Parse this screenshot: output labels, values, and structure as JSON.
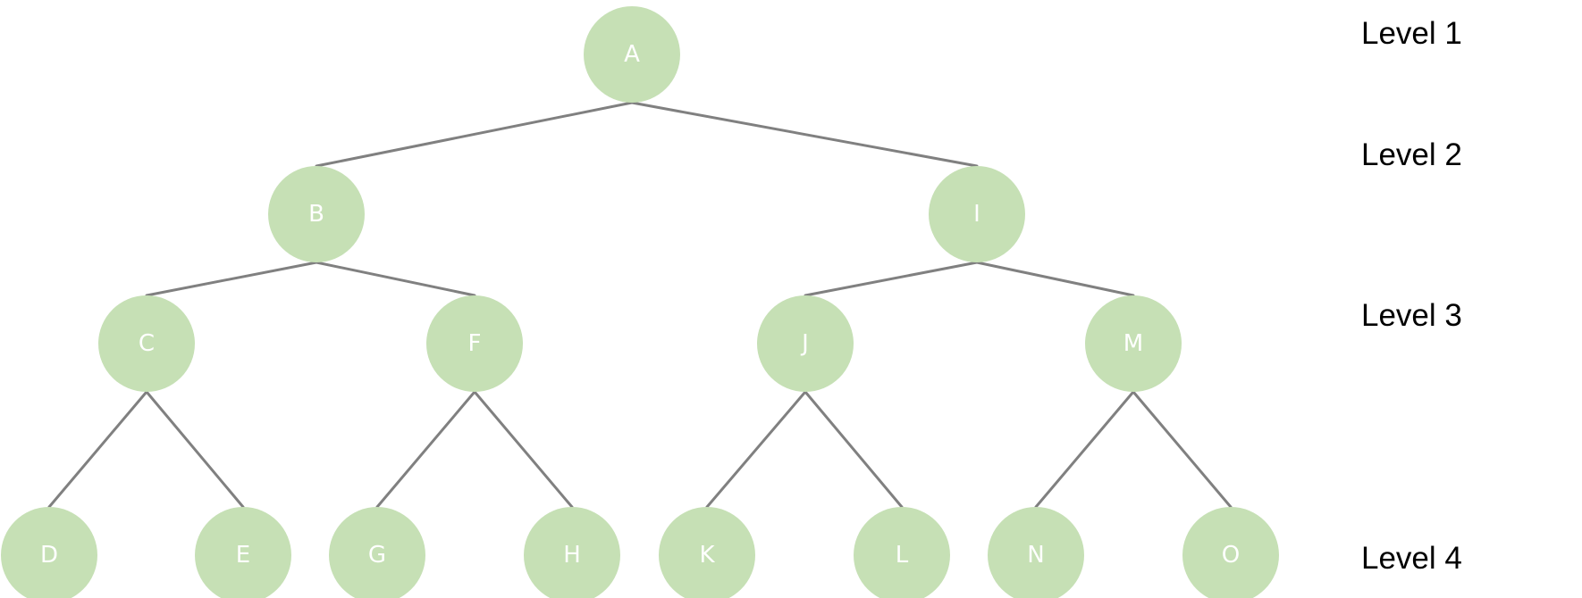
{
  "levels": [
    "Level 1",
    "Level 2",
    "Level 3",
    "Level 4"
  ],
  "colors": {
    "node_fill": "#c6e0b5",
    "node_text": "#ffffff",
    "edge": "#808080",
    "label_text": "#000000"
  },
  "tree": {
    "nodes": [
      {
        "id": "A",
        "label": "A",
        "level": 1
      },
      {
        "id": "B",
        "label": "B",
        "level": 2
      },
      {
        "id": "I",
        "label": "I",
        "level": 2
      },
      {
        "id": "C",
        "label": "C",
        "level": 3
      },
      {
        "id": "F",
        "label": "F",
        "level": 3
      },
      {
        "id": "J",
        "label": "J",
        "level": 3
      },
      {
        "id": "M",
        "label": "M",
        "level": 3
      },
      {
        "id": "D",
        "label": "D",
        "level": 4
      },
      {
        "id": "E",
        "label": "E",
        "level": 4
      },
      {
        "id": "G",
        "label": "G",
        "level": 4
      },
      {
        "id": "H",
        "label": "H",
        "level": 4
      },
      {
        "id": "K",
        "label": "K",
        "level": 4
      },
      {
        "id": "L",
        "label": "L",
        "level": 4
      },
      {
        "id": "N",
        "label": "N",
        "level": 4
      },
      {
        "id": "O",
        "label": "O",
        "level": 4
      }
    ],
    "edges": [
      [
        "A",
        "B"
      ],
      [
        "A",
        "I"
      ],
      [
        "B",
        "C"
      ],
      [
        "B",
        "F"
      ],
      [
        "I",
        "J"
      ],
      [
        "I",
        "M"
      ],
      [
        "C",
        "D"
      ],
      [
        "C",
        "E"
      ],
      [
        "F",
        "G"
      ],
      [
        "F",
        "H"
      ],
      [
        "J",
        "K"
      ],
      [
        "J",
        "L"
      ],
      [
        "M",
        "N"
      ],
      [
        "M",
        "O"
      ]
    ]
  }
}
